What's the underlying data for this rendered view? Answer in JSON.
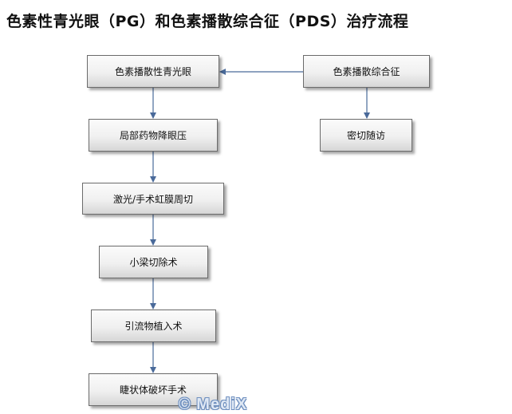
{
  "title": "色素性青光眼（PG）和色素播散综合征（PDS）治疗流程",
  "nodes": {
    "pg": "色素播散性青光眼",
    "pds": "色素播散综合征",
    "drops": "局部药物降眼压",
    "follow": "密切随访",
    "laser": "激光/手术虹膜周切",
    "trab": "小梁切除术",
    "drain": "引流物植入术",
    "cyclo": "睫状体破坏手术"
  },
  "watermark": "© MediX",
  "colors": {
    "connector": "#4a6a9a",
    "node_border": "#6b6b6b"
  }
}
